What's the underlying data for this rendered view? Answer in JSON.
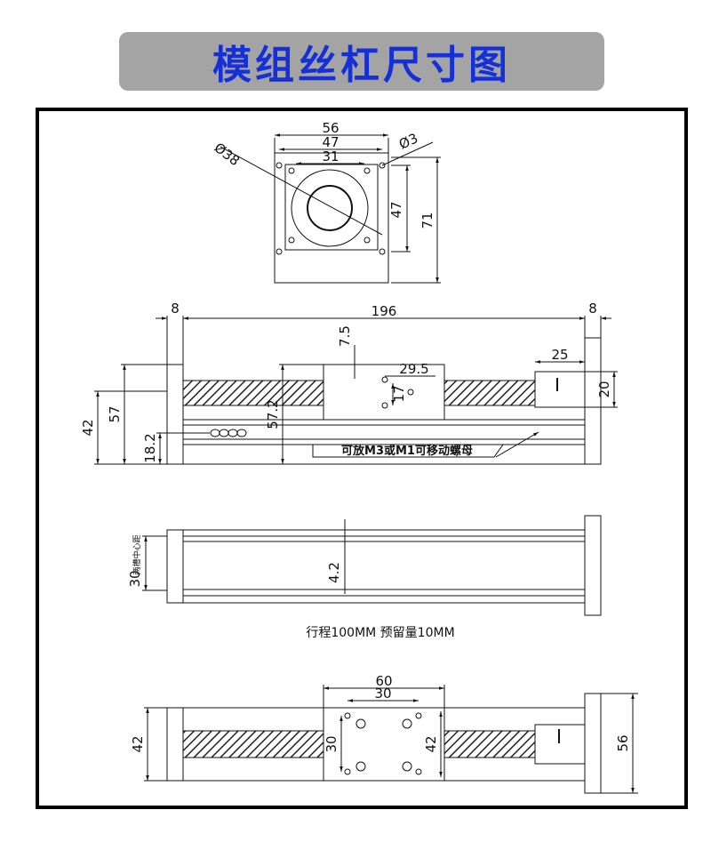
{
  "title": "模组丝杠尺寸图",
  "view1": {
    "width": "56",
    "hole_spacing": "47",
    "inner": "31",
    "dia_bore": "Ø38",
    "dia_hole": "Ø3",
    "v47": "47",
    "height": "71"
  },
  "view2": {
    "left_end": "8",
    "length": "196",
    "right_end": "8",
    "d75": "7.5",
    "d295": "29.5",
    "d17": "17",
    "d25": "25",
    "d20": "20",
    "d42": "42",
    "d57": "57",
    "d572": "57.2",
    "d182": "18.2",
    "note": "可放M3或M1可移动螺母"
  },
  "view3": {
    "d30": "30",
    "d30_label": "两槽中心距",
    "d42": "4.2",
    "caption": "行程100MM 预留量10MM"
  },
  "view4": {
    "d60": "60",
    "d30top": "30",
    "d30": "30",
    "d42r": "42",
    "d42l": "42",
    "d56": "56"
  },
  "colors": {
    "banner_bg": "#a4a4a4",
    "banner_text": "#1530d6"
  }
}
